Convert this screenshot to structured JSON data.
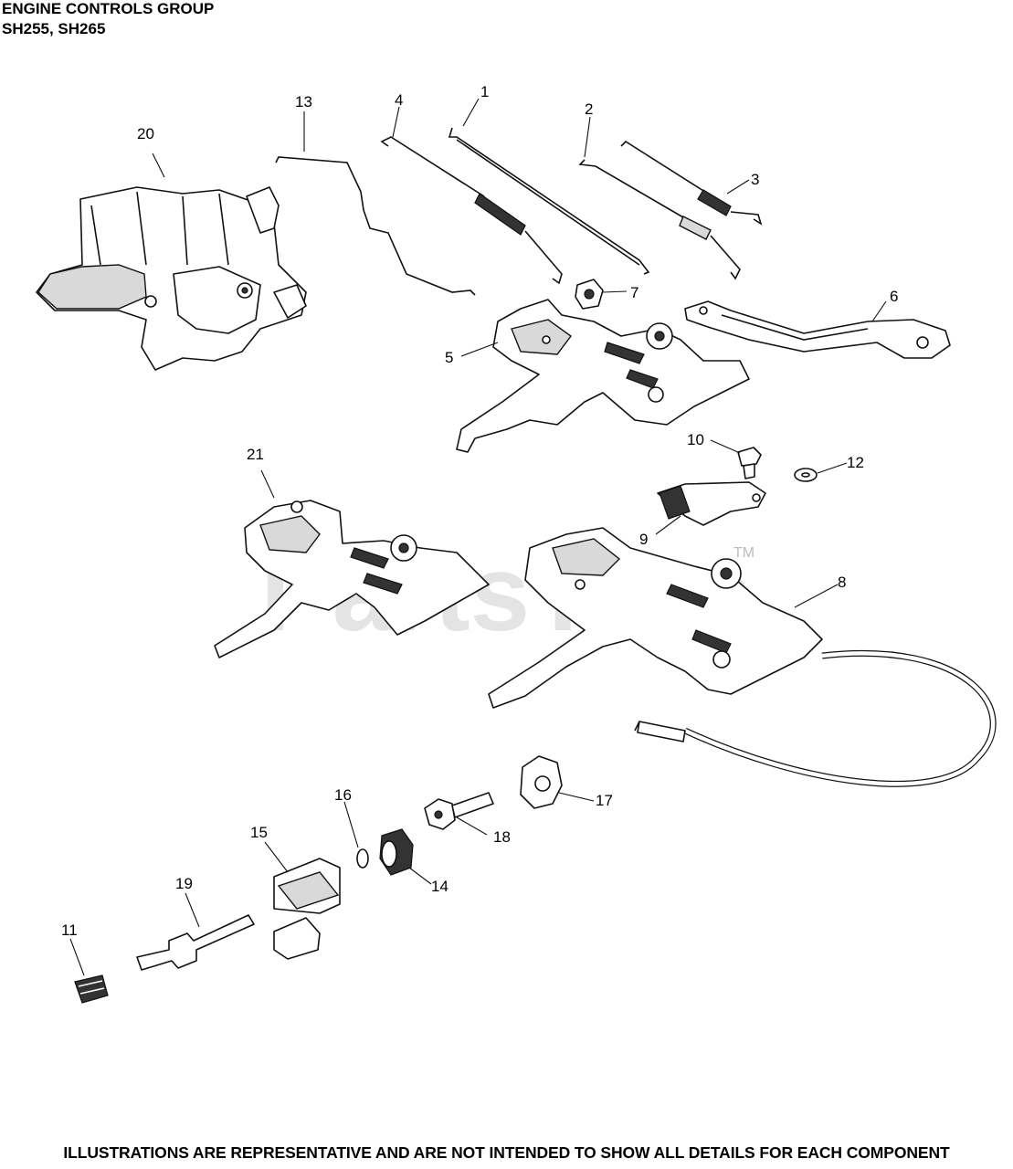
{
  "header": {
    "title": "ENGINE CONTROLS GROUP",
    "models": "SH255, SH265"
  },
  "footer": {
    "disclaimer": "ILLUSTRATIONS ARE REPRESENTATIVE AND ARE NOT INTENDED TO SHOW ALL DETAILS FOR EACH COMPONENT"
  },
  "watermark": {
    "text": "PartsTree",
    "trademark": "TM"
  },
  "callouts": {
    "c1": "1",
    "c2": "2",
    "c3": "3",
    "c4": "4",
    "c5": "5",
    "c6": "6",
    "c7": "7",
    "c8": "8",
    "c9": "9",
    "c10": "10",
    "c11": "11",
    "c12": "12",
    "c13": "13",
    "c14": "14",
    "c15": "15",
    "c16": "16",
    "c17": "17",
    "c18": "18",
    "c19": "19",
    "c20": "20",
    "c21": "21"
  }
}
